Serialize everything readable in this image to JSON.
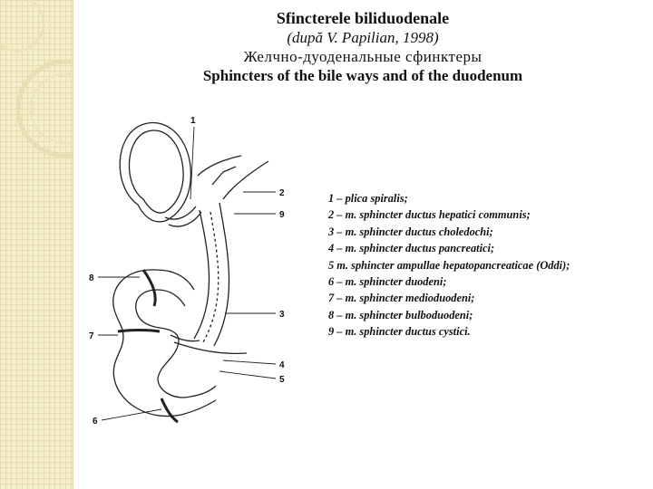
{
  "title": {
    "line_ro": "Sfincterele biliduodenale",
    "line_source": "(după V. Papilian, 1998)",
    "line_ru": "Желчно-дуоденальные сфинктеры",
    "line_en": "Sphincters of the bile ways and of the duodenum"
  },
  "diagram": {
    "labels": [
      "1",
      "2",
      "9",
      "8",
      "3",
      "7",
      "4",
      "5",
      "6"
    ]
  },
  "legend": {
    "items": [
      "1 – plica spiralis;",
      "2 – m. sphincter ductus hepatici communis;",
      "3 – m. sphincter ductus choledochi;",
      "4 – m. sphincter ductus pancreatici;",
      "5 m. sphincter ampullae hepatopancreaticae (Oddi);",
      "6 – m. sphincter duodeni;",
      "7 – m. sphincter medioduodeni;",
      "8 – m. sphincter bulboduodeni;",
      "9 – m. sphincter ductus cystici."
    ]
  },
  "colors": {
    "background": "#ffffff",
    "side_strip": "#f3efcf",
    "text": "#111111"
  }
}
